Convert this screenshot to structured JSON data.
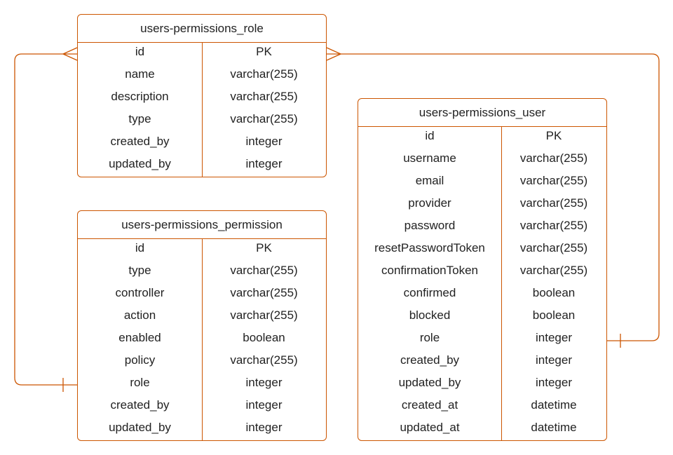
{
  "theme": {
    "line_color": "#cc5500",
    "text_color": "#222222",
    "background": "#ffffff"
  },
  "entities": [
    {
      "title": "users-permissions_role",
      "fields": [
        {
          "name": "id",
          "type": "PK"
        },
        {
          "name": "name",
          "type": "varchar(255)"
        },
        {
          "name": "description",
          "type": "varchar(255)"
        },
        {
          "name": "type",
          "type": "varchar(255)"
        },
        {
          "name": "created_by",
          "type": "integer"
        },
        {
          "name": "updated_by",
          "type": "integer"
        }
      ]
    },
    {
      "title": "users-permissions_permission",
      "fields": [
        {
          "name": "id",
          "type": "PK"
        },
        {
          "name": "type",
          "type": "varchar(255)"
        },
        {
          "name": "controller",
          "type": "varchar(255)"
        },
        {
          "name": "action",
          "type": "varchar(255)"
        },
        {
          "name": "enabled",
          "type": "boolean"
        },
        {
          "name": "policy",
          "type": "varchar(255)"
        },
        {
          "name": "role",
          "type": "integer"
        },
        {
          "name": "created_by",
          "type": "integer"
        },
        {
          "name": "updated_by",
          "type": "integer"
        }
      ]
    },
    {
      "title": "users-permissions_user",
      "fields": [
        {
          "name": "id",
          "type": "PK"
        },
        {
          "name": "username",
          "type": "varchar(255)"
        },
        {
          "name": "email",
          "type": "varchar(255)"
        },
        {
          "name": "provider",
          "type": "varchar(255)"
        },
        {
          "name": "password",
          "type": "varchar(255)"
        },
        {
          "name": "resetPasswordToken",
          "type": "varchar(255)"
        },
        {
          "name": "confirmationToken",
          "type": "varchar(255)"
        },
        {
          "name": "confirmed",
          "type": "boolean"
        },
        {
          "name": "blocked",
          "type": "boolean"
        },
        {
          "name": "role",
          "type": "integer"
        },
        {
          "name": "created_by",
          "type": "integer"
        },
        {
          "name": "updated_by",
          "type": "integer"
        },
        {
          "name": "created_at",
          "type": "datetime"
        },
        {
          "name": "updated_at",
          "type": "datetime"
        }
      ]
    }
  ],
  "relationships": [
    {
      "from": "users-permissions_permission.role",
      "to": "users-permissions_role.id",
      "from_end": "one",
      "to_end": "many"
    },
    {
      "from": "users-permissions_user.role",
      "to": "users-permissions_role.id",
      "from_end": "one",
      "to_end": "many"
    }
  ]
}
